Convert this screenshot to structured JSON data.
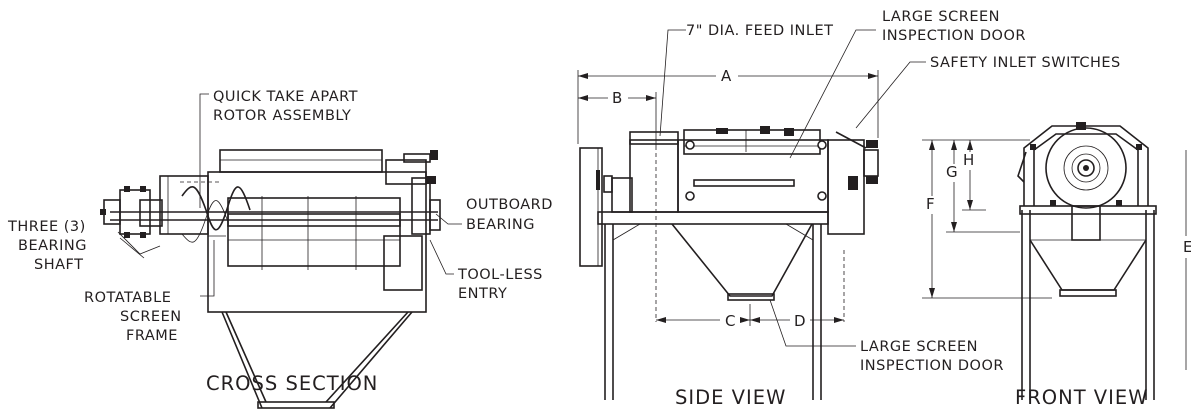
{
  "views": {
    "cross_section": {
      "title": "CROSS SECTION"
    },
    "side_view": {
      "title": "SIDE VIEW"
    },
    "front_view": {
      "title": "FRONT VIEW"
    }
  },
  "callouts": {
    "rotor_line1": "QUICK TAKE APART",
    "rotor_line2": "ROTOR ASSEMBLY",
    "outboard_line1": "OUTBOARD",
    "outboard_line2": "BEARING",
    "bearing_line1": "THREE (3)",
    "bearing_line2": "BEARING",
    "bearing_line3": "SHAFT",
    "frame_line1": "ROTATABLE",
    "frame_line2": "SCREEN",
    "frame_line3": "FRAME",
    "toolless_line1": "TOOL-LESS",
    "toolless_line2": "ENTRY",
    "feed_inlet": "7\" DIA. FEED INLET",
    "door_top_line1": "LARGE SCREEN",
    "door_top_line2": "INSPECTION DOOR",
    "safety_switches": "SAFETY INLET SWITCHES",
    "door_bottom_line1": "LARGE SCREEN",
    "door_bottom_line2": "INSPECTION DOOR"
  },
  "dimensions": {
    "a": "A",
    "b": "B",
    "c": "C",
    "d": "D",
    "e": "E",
    "f": "F",
    "g": "G",
    "h": "H"
  }
}
